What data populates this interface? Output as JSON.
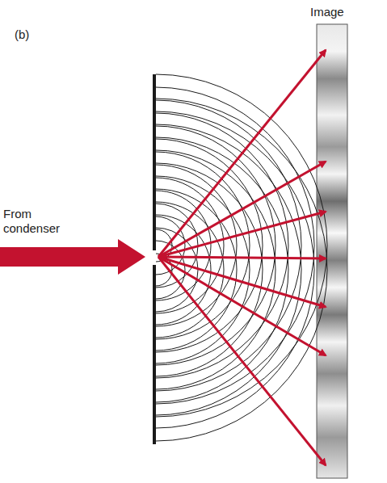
{
  "diagram": {
    "labels": [
      "(b)",
      "Image",
      "From condenser"
    ]
  }
}
